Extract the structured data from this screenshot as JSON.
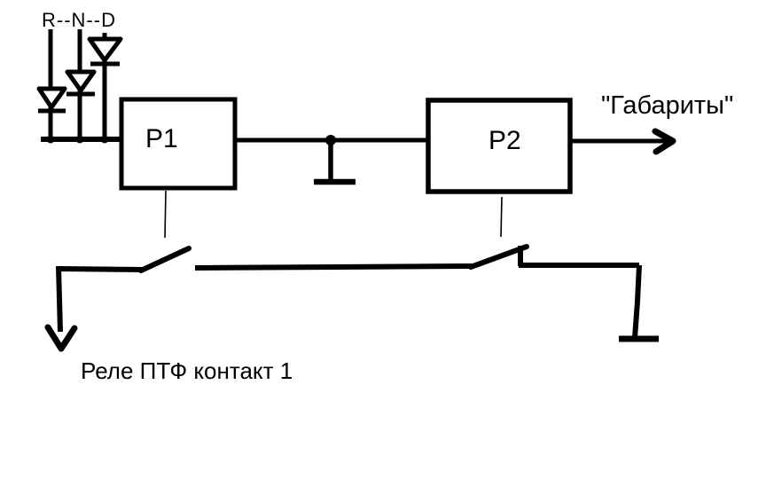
{
  "diagram": {
    "kind": "electrical-schematic",
    "colors": {
      "line": "#000000",
      "background": "#ffffff"
    },
    "labels": {
      "gear_positions": "R--N--D",
      "relay1": "Р1",
      "relay2": "Р2",
      "output": "\"Габариты\"",
      "note": "Реле ПТФ контакт 1"
    }
  }
}
